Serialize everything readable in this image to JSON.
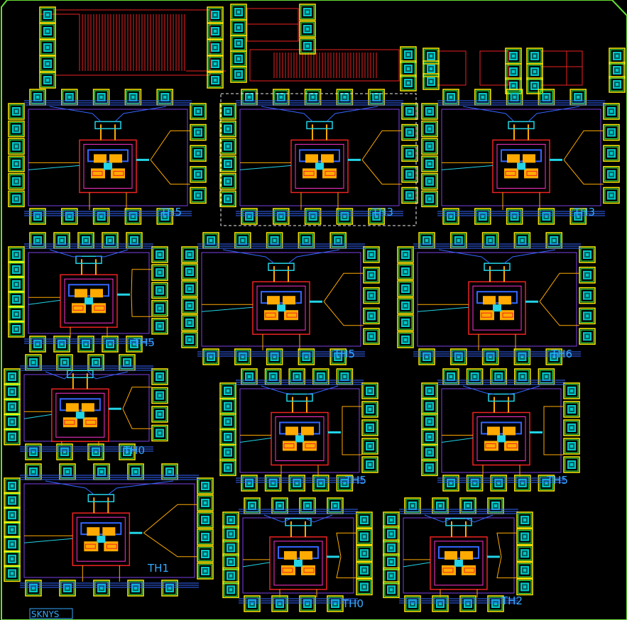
{
  "app": {
    "chip_label": "SKNYS"
  },
  "colors": {
    "background": "#000000",
    "boundary": "#66dd33",
    "pad_outer": "#ffee00",
    "pad_mid": "#33ff55",
    "pad_core": "#00c8c8",
    "pad_inner": "#0a0a0a",
    "metal_blue": "#3366ff",
    "metal_cyan": "#22d4e6",
    "metal_red": "#ee2222",
    "metal_purple": "#7b3fe4",
    "metal_orange": "#ffaa00",
    "metal_magenta": "#ff33cc",
    "label": "#33aaff",
    "selection": "#eeeeee"
  },
  "cells": [
    {
      "id": "c1",
      "label": "TH5"
    },
    {
      "id": "c2",
      "label": "TH3"
    },
    {
      "id": "c3",
      "label": "TH3"
    },
    {
      "id": "c4",
      "label": "TH5"
    },
    {
      "id": "c5",
      "label": "TH5"
    },
    {
      "id": "c6",
      "label": "TH6"
    },
    {
      "id": "c7",
      "label": "TH0"
    },
    {
      "id": "c8",
      "label": "TH5"
    },
    {
      "id": "c9",
      "label": "TH5"
    },
    {
      "id": "c10",
      "label": "TH1"
    },
    {
      "id": "c11",
      "label": "TH0"
    },
    {
      "id": "c12",
      "label": "TH2"
    }
  ]
}
